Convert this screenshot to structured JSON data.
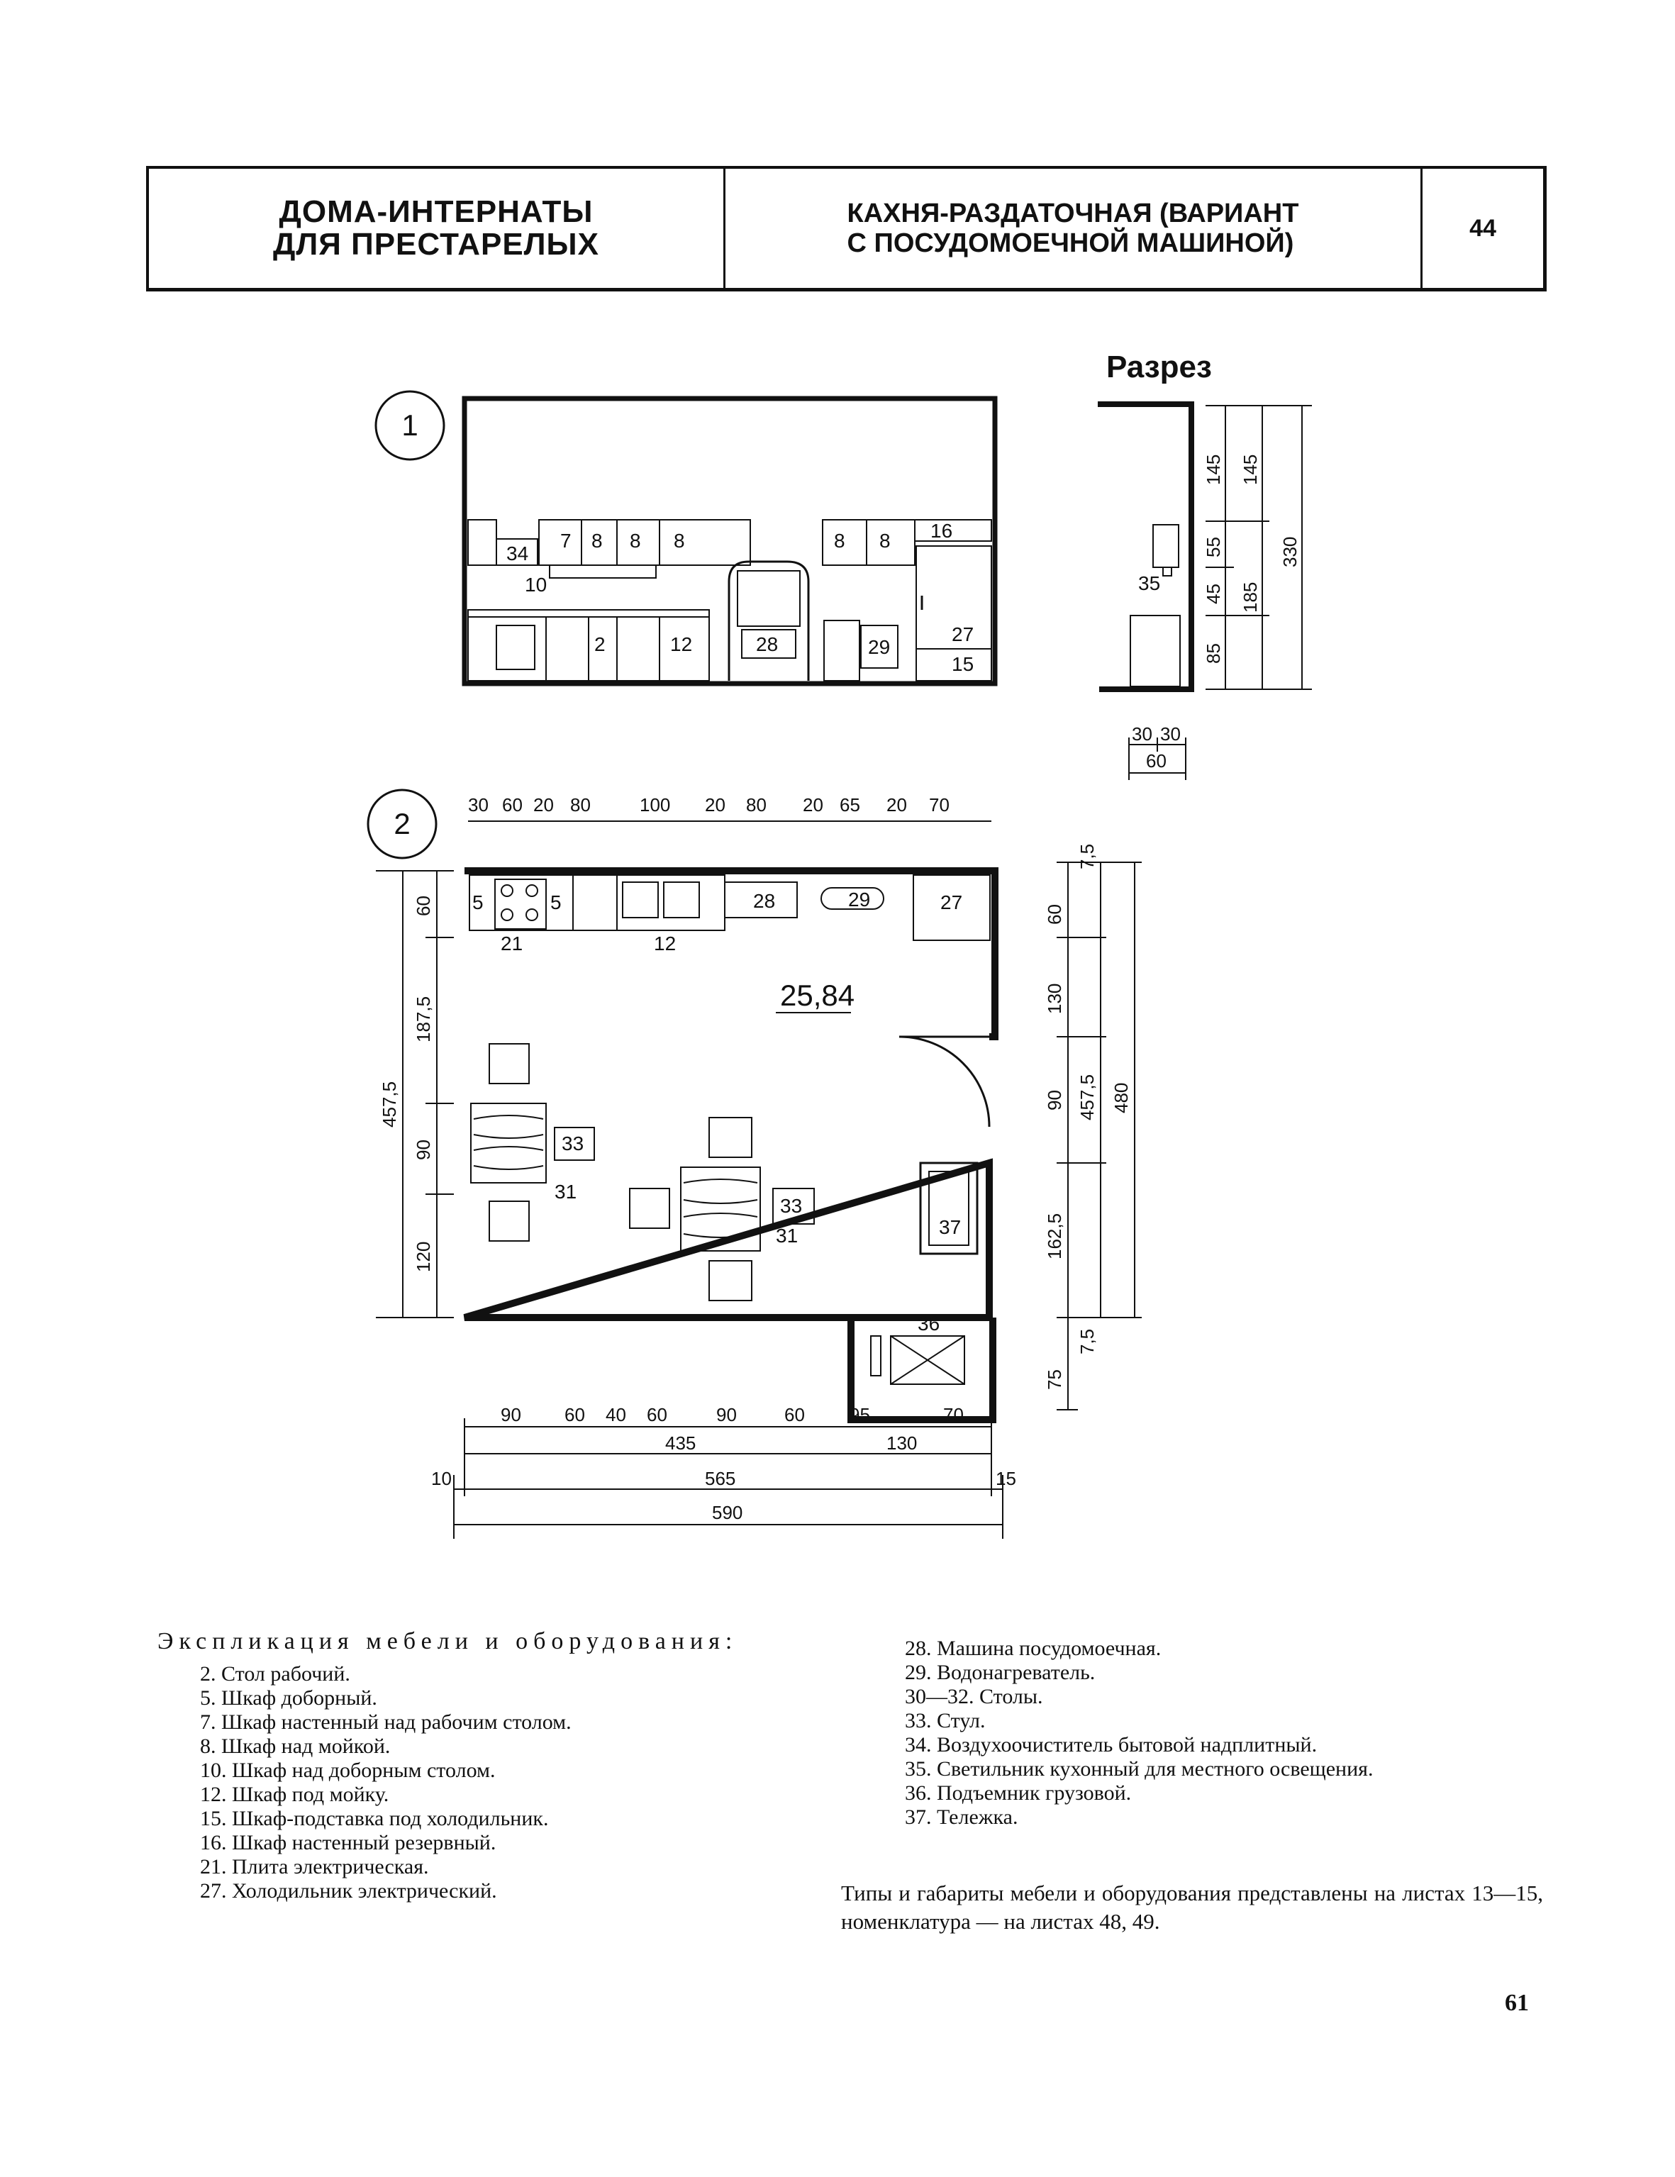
{
  "header": {
    "series_title": "ДОМА-ИНТЕРНАТЫ\nДЛЯ ПРЕСТАРЕЛЫХ",
    "sheet_title": "КАХНЯ-РАЗДАТОЧНАЯ (ВАРИАНТ\nС ПОСУДОМОЕЧНОЙ МАШИНОЙ)",
    "sheet_number": "44"
  },
  "drawing": {
    "view1_marker": "1",
    "view2_marker": "2",
    "section_title": "Разрез",
    "room_area": "25,84",
    "elevation_labels": [
      "34",
      "7",
      "8",
      "8",
      "8",
      "10",
      "2",
      "12",
      "28",
      "8",
      "8",
      "16",
      "29",
      "27",
      "15"
    ],
    "plan_labels": [
      "5",
      "5",
      "21",
      "12",
      "28",
      "29",
      "27",
      "33",
      "31",
      "33",
      "31",
      "37",
      "36"
    ],
    "section_labels": {
      "lamp": "35"
    },
    "section_dims": [
      "145",
      "145",
      "55",
      "45",
      "185",
      "85",
      "330",
      "30",
      "30",
      "60"
    ],
    "plan_top_dims": [
      "30",
      "60",
      "20",
      "80",
      "100",
      "20",
      "80",
      "20",
      "65",
      "20",
      "70"
    ],
    "plan_left_dims": [
      "60",
      "187,5",
      "457,5",
      "90",
      "120"
    ],
    "plan_right_dims": [
      "7,5",
      "60",
      "130",
      "90",
      "457,5",
      "480",
      "162,5",
      "7,5",
      "75"
    ],
    "plan_bottom_dims": [
      "90",
      "60",
      "40",
      "60",
      "90",
      "60",
      "95",
      "70",
      "435",
      "130",
      "10",
      "565",
      "15",
      "590"
    ]
  },
  "legend": {
    "title": "Экспликация мебели и оборудования:",
    "left_items": [
      "2. Стол рабочий.",
      "5. Шкаф доборный.",
      "7. Шкаф настенный над рабочим столом.",
      "8. Шкаф над мойкой.",
      "10. Шкаф над доборным столом.",
      "12. Шкаф под мойку.",
      "15. Шкаф-подставка под холодильник.",
      "16. Шкаф настенный резервный.",
      "21. Плита электрическая.",
      "27. Холодильник электрический."
    ],
    "right_items": [
      "28. Машина посудомоечная.",
      "29. Водонагреватель.",
      "30—32. Столы.",
      "33. Стул.",
      "34. Воздухоочиститель бытовой надплитный.",
      "35. Светильник кухонный для местного освещения.",
      "36. Подъемник грузовой.",
      "37. Тележка."
    ],
    "note": "Типы и габариты мебели и оборудования представлены на листах 13—15, номенклатура — на листах 48, 49."
  },
  "page_number": "61"
}
